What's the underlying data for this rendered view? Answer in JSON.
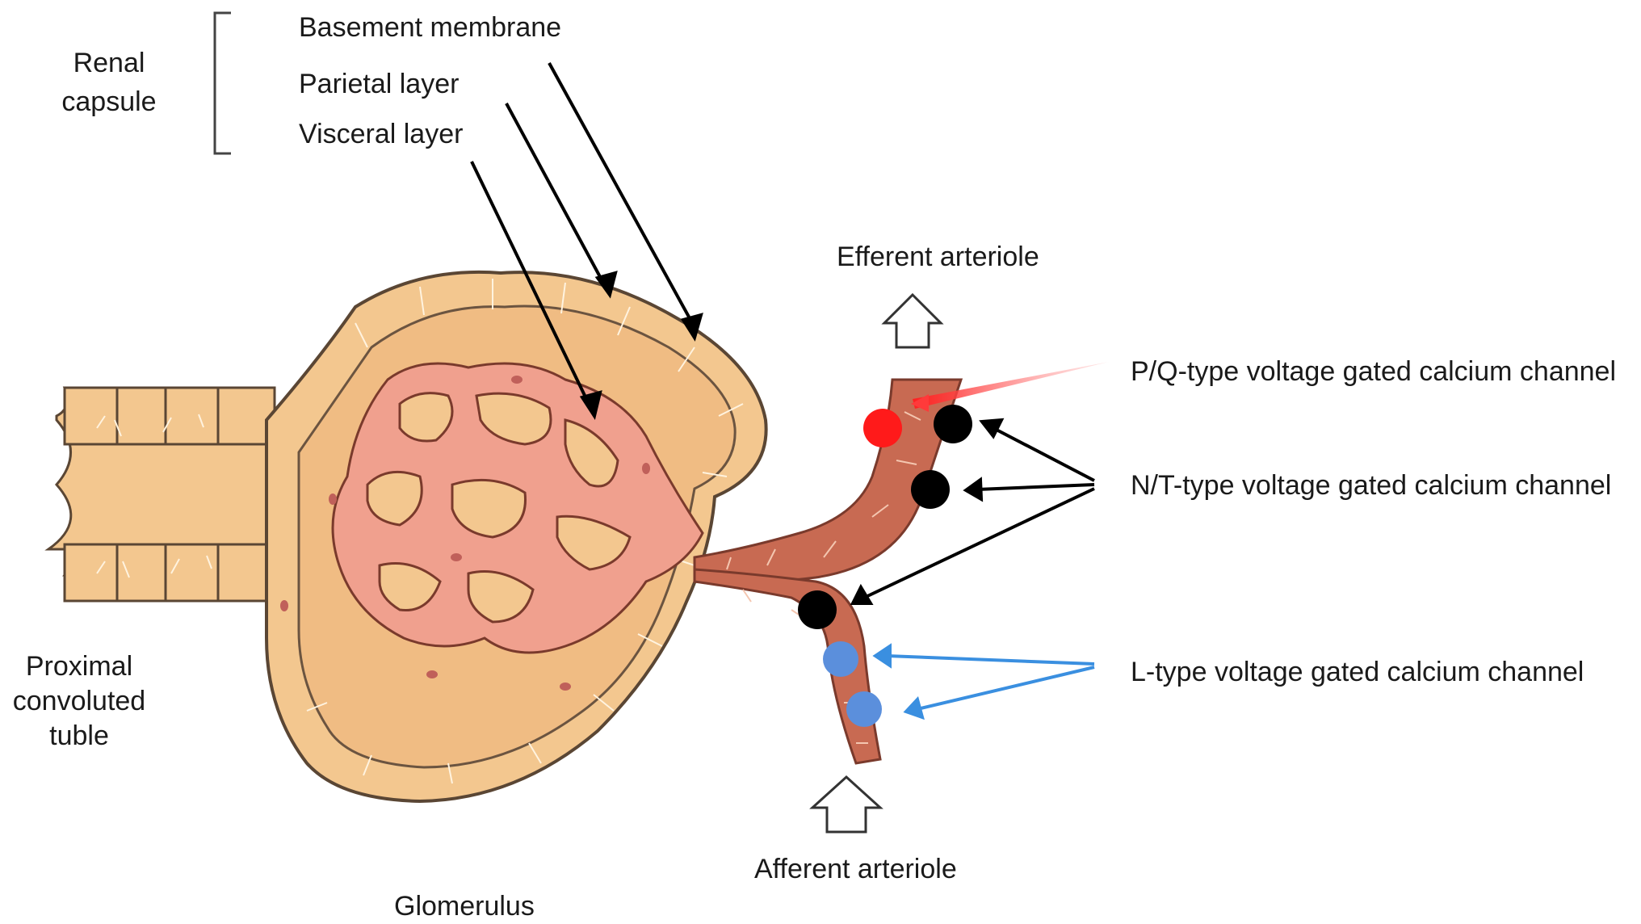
{
  "labels": {
    "renal_capsule": "Renal\ncapsule",
    "basement_membrane": "Basement membrane",
    "parietal_layer": "Parietal layer",
    "visceral_layer": "Visceral layer",
    "efferent_arteriole": "Efferent arteriole",
    "afferent_arteriole": "Afferent arteriole",
    "pq_channel": "P/Q-type voltage gated calcium channel",
    "nt_channel": "N/T-type voltage gated calcium channel",
    "l_channel": "L-type voltage gated calcium channel",
    "proximal_tubule": "Proximal\nconvoluted\ntuble",
    "glomerulus": "Glomerulus"
  },
  "colors": {
    "capsule_fill": "#f3c78f",
    "capsule_stroke": "#5a4634",
    "cell_lines": "#fff3df",
    "capillary_fill": "#f0a08e",
    "capillary_stroke": "#7a3a2c",
    "arteriole_fill": "#c86a52",
    "pq_channel": "#ff1a1a",
    "nt_channel": "#000000",
    "l_channel": "#5b8fdc",
    "arrow_black": "#000000",
    "arrow_red": "#ff3a3a",
    "arrow_blue": "#3a8fe0"
  }
}
